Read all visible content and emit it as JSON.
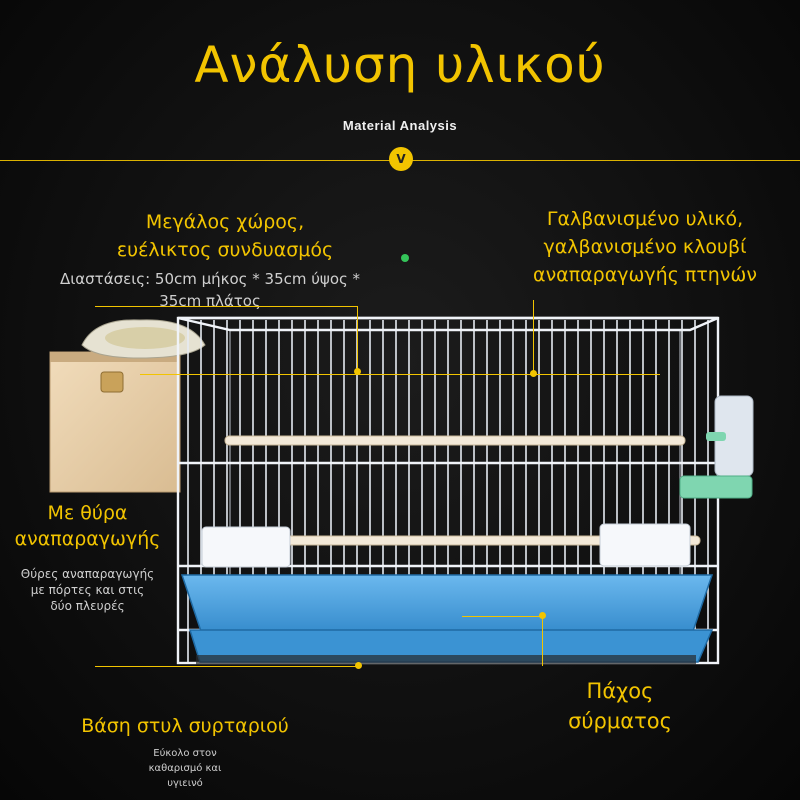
{
  "header": {
    "title": "Ανάλυση υλικού",
    "subtitle": "Material Analysis",
    "badge": "V"
  },
  "callouts": {
    "space": {
      "title_line1": "Μεγάλος χώρος,",
      "title_line2": "ευέλικτος συνδυασμός",
      "desc_line1": "Διαστάσεις: 50cm μήκος * 35cm ύψος *",
      "desc_line2": "35cm πλάτος"
    },
    "galvanized": {
      "line1": "Γαλβανισμένο υλικό,",
      "line2": "γαλβανισμένο κλουβί",
      "line3": "αναπαραγωγής πτηνών"
    },
    "door": {
      "title_line1": "Με θύρα",
      "title_line2": "αναπαραγωγής",
      "desc_line1": "Θύρες αναπαραγωγής",
      "desc_line2": "με πόρτες και στις",
      "desc_line3": "δύο πλευρές"
    },
    "wire": {
      "line1": "Πάχος",
      "line2": "σύρματος"
    },
    "base": {
      "title": "Βάση στυλ συρταριού",
      "desc_line1": "Εύκολο στον",
      "desc_line2": "καθαρισμό και",
      "desc_line3": "υγιεινό"
    }
  },
  "colors": {
    "accent": "#f2c400",
    "background": "#111111",
    "tray": "#4aa3e0",
    "nest_box": "#e8d2b0"
  }
}
